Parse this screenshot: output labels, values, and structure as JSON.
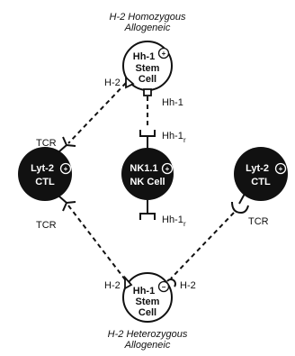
{
  "top_caption": {
    "line1": "H-2  Homozygous",
    "line2": "Allogeneic"
  },
  "bottom_caption": {
    "line1": "H-2  Heterozygous",
    "line2": "Allogeneic"
  },
  "top_stem_cell": {
    "line1": "Hh-1",
    "line2": "Stem",
    "line3": "Cell",
    "sign": "+",
    "left_label": "H-2",
    "right_label": "Hh-1"
  },
  "bottom_stem_cell": {
    "line1": "Hh-1",
    "line2": "Stem",
    "line3": "Cell",
    "sign": "−",
    "left_label": "H-2",
    "right_label": "H-2"
  },
  "nk_cell": {
    "line1": "NK1.1",
    "line2": "NK  Cell",
    "sign": "+",
    "receptor_top": "Hh-1",
    "receptor_bottom": "Hh-1",
    "receptor_subscript": "r"
  },
  "left_ctl": {
    "line1": "Lyt-2",
    "line2": "CTL",
    "sign": "+",
    "tcr_top": "TCR",
    "tcr_bottom": "TCR"
  },
  "right_ctl": {
    "line1": "Lyt-2",
    "line2": "CTL",
    "sign": "+",
    "tcr": "TCR"
  }
}
